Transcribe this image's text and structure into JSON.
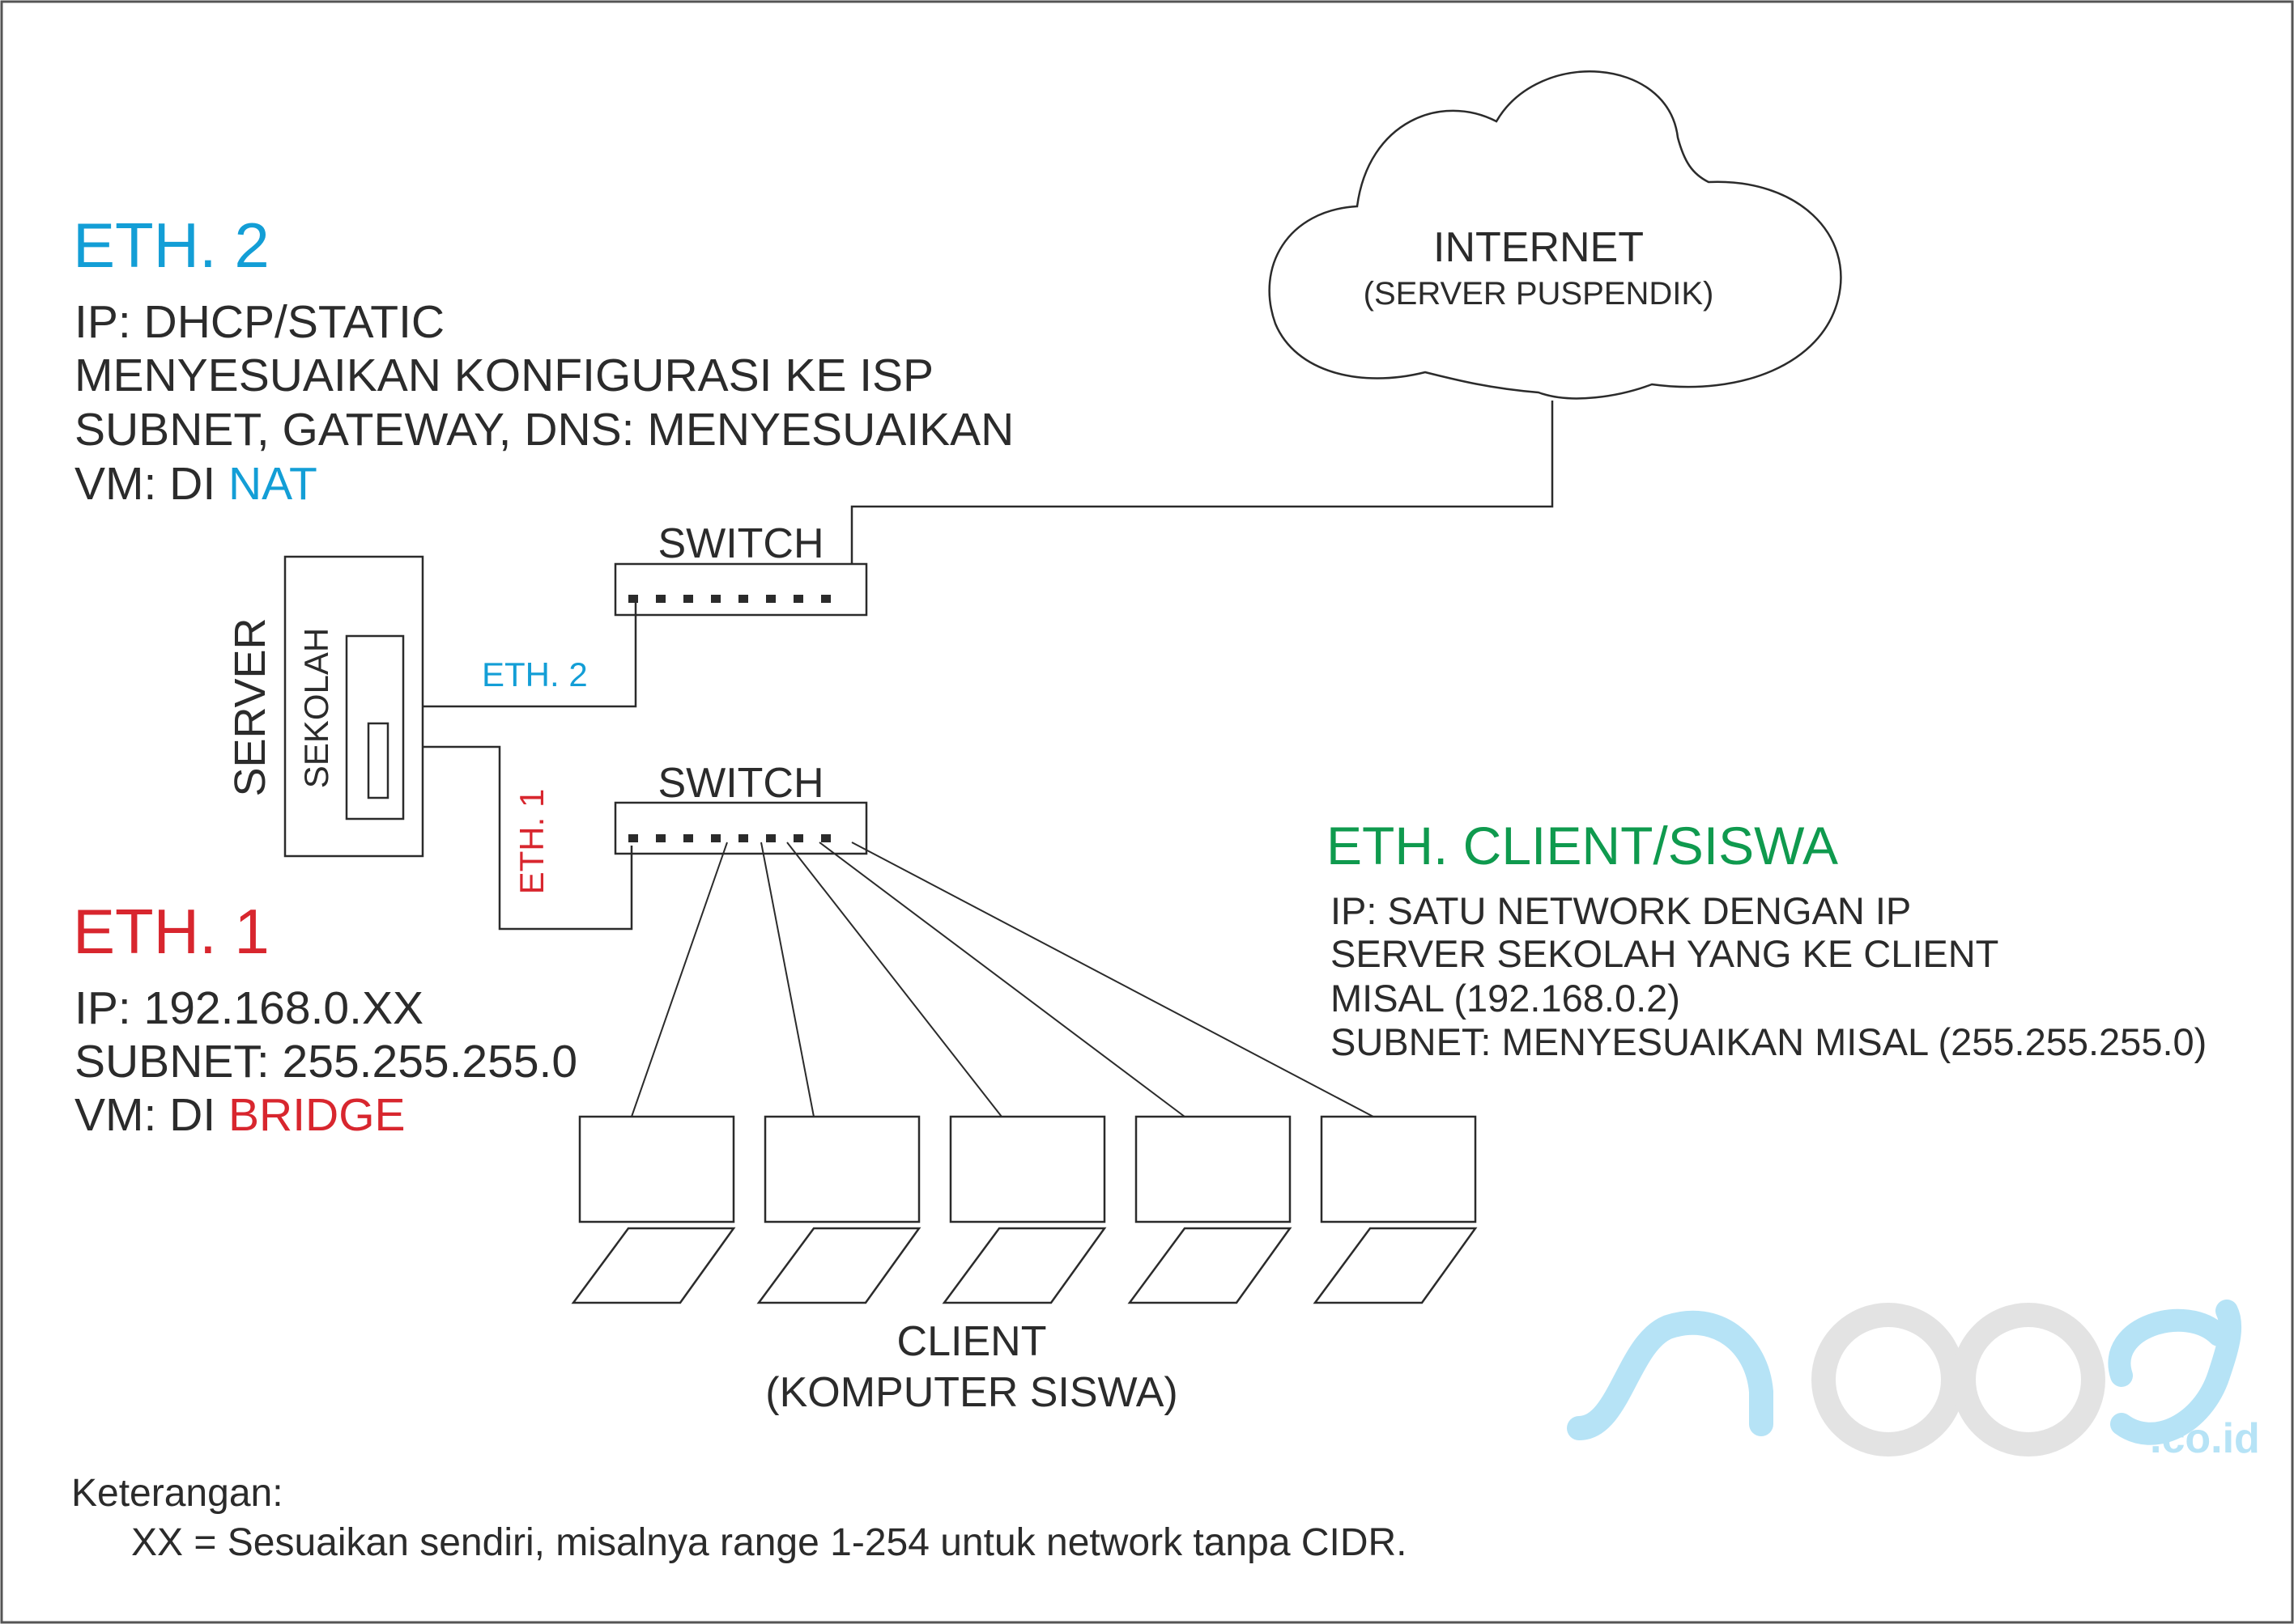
{
  "eth2_info": {
    "heading": "ETH. 2",
    "line1": "IP: DHCP/STATIC",
    "line2": "MENYESUAIKAN KONFIGURASI KE ISP",
    "line3": "SUBNET, GATEWAY, DNS: MENYESUAIKAN",
    "line4_prefix": "VM: DI ",
    "line4_mode": "NAT"
  },
  "eth1_info": {
    "heading": "ETH. 1",
    "line1": "IP: 192.168.0.XX",
    "line2": "SUBNET: 255.255.255.0",
    "line3_prefix": "VM: DI ",
    "line3_mode": "BRIDGE"
  },
  "client_info": {
    "heading": "ETH. CLIENT/SISWA",
    "line1": "IP: SATU NETWORK DENGAN IP",
    "line2": "SERVER SEKOLAH YANG KE CLIENT",
    "line3": "MISAL (192.168.0.2)",
    "line4": "SUBNET: MENYESUAIKAN MISAL (255.255.255.0)"
  },
  "internet": {
    "label": "INTERNET",
    "sublabel": "(SERVER PUSPENDIK)"
  },
  "switch_top": {
    "label": "SWITCH"
  },
  "switch_bottom": {
    "label": "SWITCH"
  },
  "server": {
    "label": "SERVER",
    "sublabel": "SEKOLAH"
  },
  "links": {
    "eth2_label": "ETH. 2",
    "eth1_label": "ETH. 1"
  },
  "clients": {
    "label": "CLIENT",
    "sublabel": "(KOMPUTER SISWA)",
    "count": 5
  },
  "footer": {
    "title": "Keterangan:",
    "note": "XX = Sesuaikan sendiri, misalnya range 1-254 untuk network tanpa CIDR."
  },
  "watermark": {
    "suffix": ".co.id"
  },
  "colors": {
    "eth2": "#139ed6",
    "eth1": "#d8262e",
    "client": "#0f9a4e",
    "line": "#2b2b2b",
    "watermark_blue": "#b6e3f6",
    "watermark_grey": "#e3e3e3"
  }
}
